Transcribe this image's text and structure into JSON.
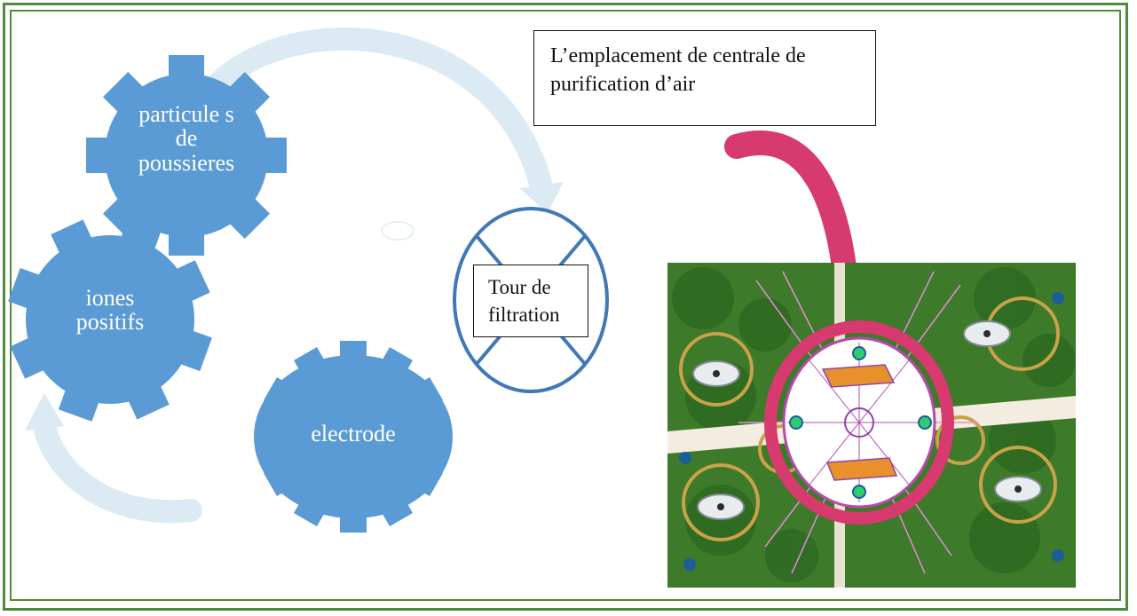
{
  "gears": {
    "particles": {
      "line1": "particule s",
      "line2": "de",
      "line3": "poussieres"
    },
    "ions": {
      "line1": "iones",
      "line2": "positifs"
    },
    "electrode": {
      "label": "electrode"
    }
  },
  "tower": {
    "line1": "Tour de",
    "line2": "filtration"
  },
  "callout": {
    "line1": "L’emplacement de centrale de",
    "line2": "purification d’air"
  },
  "colors": {
    "gear": "#5b9bd5",
    "arrow_light": "#dceaf4",
    "frame": "#4e8a3a",
    "pink_arrow": "#d63a6e",
    "tower_ring": "#3f79b7"
  }
}
